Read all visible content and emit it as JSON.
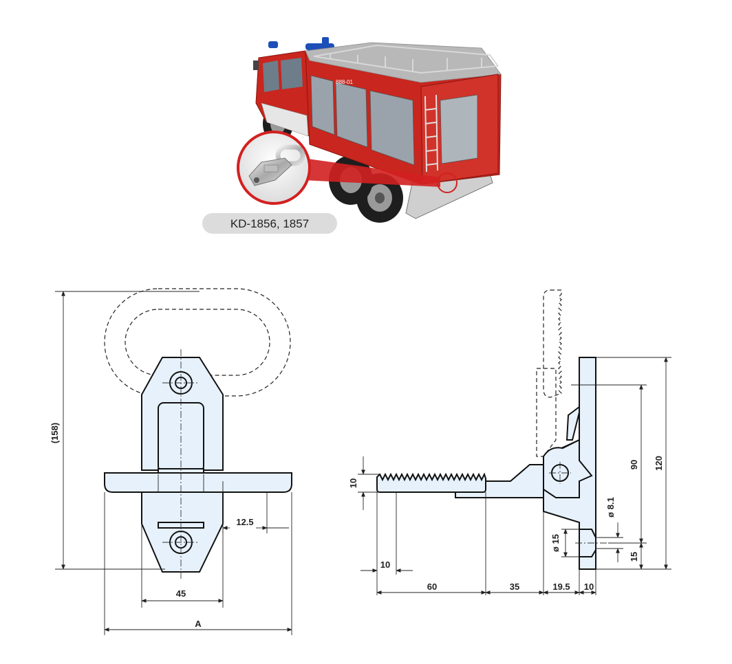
{
  "illustration": {
    "model_label": "KD-1856, 1857",
    "truck_number": "888-01"
  },
  "front_view": {
    "dims": {
      "overall_height": "(158)",
      "right_offset": "12.5",
      "body_width": "45",
      "total_width": "A"
    }
  },
  "side_view": {
    "dims": {
      "teeth_height": "10",
      "teeth_pitch": "10",
      "arm_length": "60",
      "arm_offset": "35",
      "pivot_offset": "19.5",
      "plate_thickness": "10",
      "plate_height": "120",
      "hole_spacing": "90",
      "hole_dia": "ø 8.1",
      "counterbore_dia": "ø 15",
      "bottom_offset": "15"
    }
  },
  "colors": {
    "part_fill": "#e6f1fb",
    "truck_red": "#c8261e",
    "outline": "#111111"
  }
}
